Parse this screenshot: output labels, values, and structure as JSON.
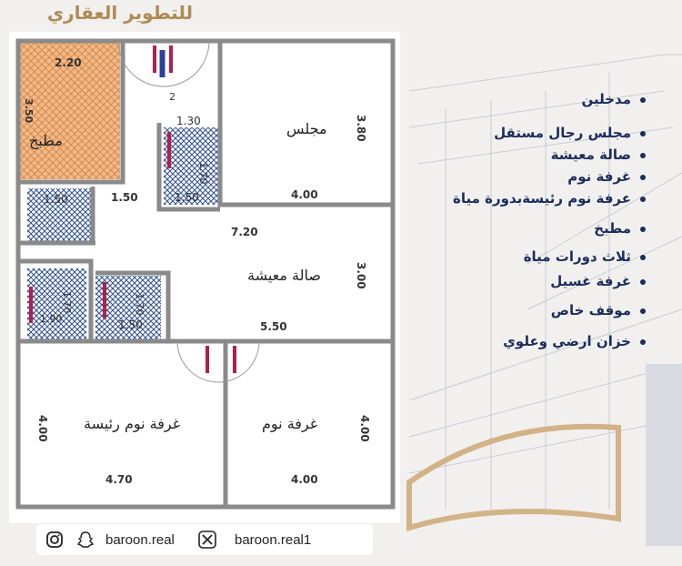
{
  "brand": {
    "text": "للتطوير العقاري"
  },
  "rooms": {
    "kitchen": "مطبخ",
    "majlis": "مجلس",
    "living": "صالة معيشة",
    "master_bedroom": "غرفة نوم رئيسة",
    "bedroom": "غرفة نوم"
  },
  "dimensions": {
    "kitchen_w": "2.20",
    "kitchen_h": "3.50",
    "bath1_w": "1.30",
    "bath1_h": "1.70",
    "bath1_b": "1.50",
    "bath2_w": "1.50",
    "corridor": "1.50",
    "door_gap": "2",
    "majlis_h": "3.80",
    "majlis_w": "4.00",
    "hall_w": "7.20",
    "living_h": "3.00",
    "bath3_h": "1.70",
    "bath3_w": "1.90",
    "bath4_h": "1.70",
    "bath4_w": "1.50",
    "living_w": "5.50",
    "master_h": "4.00",
    "master_w": "4.70",
    "bed_h": "4.00",
    "bed_w": "4.00"
  },
  "features": [
    "مدخلين",
    "مجلس رجال مستقل",
    "صالة معيشة",
    "غرفة نوم",
    "عرفة نوم رئيسةبدورة مياة",
    "مطبخ",
    "ثلاث دورات مياة",
    "غرفة غسيل",
    "موقف خاص",
    "خزان ارضي وعلوي"
  ],
  "social": {
    "handle1": "baroon.real",
    "handle2": "baroon.real1",
    "icons": [
      "instagram-icon",
      "snapchat-icon",
      "x-icon"
    ]
  },
  "colors": {
    "wall": "#8a8a8a",
    "kitchen_fill": "#f0b98a",
    "tile": "#2f4f8f",
    "feature_text": "#1c2d5c",
    "brand": "#b08a55"
  }
}
